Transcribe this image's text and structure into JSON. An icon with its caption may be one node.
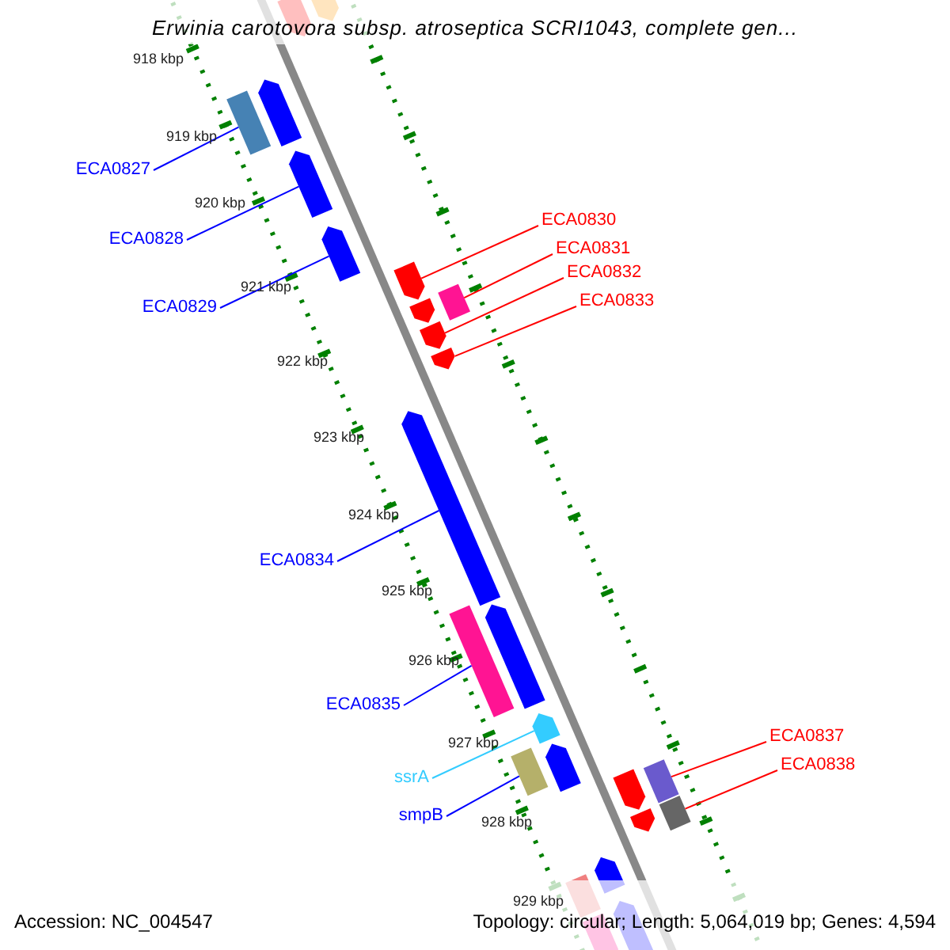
{
  "diagram": {
    "title": "Erwinia carotovora subsp. atroseptica SCRI1043, complete gen...",
    "nodes": [
      {
        "text": [
          "ECA0827"
        ]
      },
      {
        "text": [
          "ECA0828"
        ]
      },
      {
        "text": [
          "ECA0829"
        ]
      },
      {
        "text": [
          "ECA0830"
        ]
      },
      {
        "text": [
          "ECA0831"
        ]
      },
      {
        "text": [
          "ECA0832"
        ]
      },
      {
        "text": [
          "ECA0833"
        ]
      },
      {
        "text": [
          "ECA0834"
        ]
      },
      {
        "text": [
          "ECA0835"
        ]
      },
      {
        "text": [
          "ssrA"
        ]
      },
      {
        "text": [
          "smpB"
        ]
      },
      {
        "text": [
          "ECA0837"
        ]
      },
      {
        "text": [
          "ECA0838"
        ]
      },
      {
        "text": [],
        "shape": "arrow"
      },
      {
        "text": [],
        "shape": "arrow"
      },
      {
        "text": [],
        "shape": "arrow"
      },
      {
        "text": [],
        "shape": "bar"
      },
      {
        "text": [],
        "shape": "arrow"
      },
      {
        "text": [],
        "shape": "arrow"
      },
      {
        "text": [],
        "shape": "arrow"
      },
      {
        "text": [],
        "shape": "bar"
      },
      {
        "text": [],
        "shape": "arrow"
      },
      {
        "text": [],
        "shape": "arrow"
      },
      {
        "text": [],
        "shape": "arrow"
      },
      {
        "text": [],
        "shape": "arrow"
      },
      {
        "text": [],
        "shape": "bar"
      },
      {
        "text": [],
        "shape": "arrow"
      },
      {
        "text": [],
        "shape": "arrow"
      },
      {
        "text": [],
        "shape": "arrow"
      },
      {
        "text": [],
        "shape": "bar"
      },
      {
        "text": [],
        "shape": "arrow"
      },
      {
        "text": [],
        "shape": "arrow"
      },
      {
        "text": [],
        "shape": "bar"
      },
      {
        "text": [],
        "shape": "bar"
      },
      {
        "text": [],
        "shape": "bar"
      },
      {
        "text": [],
        "shape": "arrow"
      },
      {
        "text": [],
        "shape": "bar"
      },
      {
        "text": [],
        "shape": "arrow"
      }
    ],
    "edges": [
      {
        "from": 0,
        "to": 16,
        "arrow": "none",
        "color": "#0000ff"
      },
      {
        "from": 1,
        "to": 17,
        "arrow": "none",
        "color": "#0000ff"
      },
      {
        "from": 2,
        "to": 18,
        "arrow": "none",
        "color": "#0000ff"
      },
      {
        "from": 3,
        "to": 19,
        "arrow": "none",
        "color": "#ff0000"
      },
      {
        "from": 4,
        "to": 20,
        "arrow": "none",
        "color": "#ff0000"
      },
      {
        "from": 5,
        "to": 22,
        "arrow": "none",
        "color": "#ff0000"
      },
      {
        "from": 6,
        "to": 23,
        "arrow": "none",
        "color": "#ff0000"
      },
      {
        "from": 7,
        "to": 24,
        "arrow": "none",
        "color": "#0000ff"
      },
      {
        "from": 8,
        "to": 25,
        "arrow": "none",
        "color": "#0000ff"
      },
      {
        "from": 9,
        "to": 27,
        "arrow": "none",
        "color": "#33ccff"
      },
      {
        "from": 10,
        "to": 29,
        "arrow": "none",
        "color": "#0000ff"
      },
      {
        "from": 11,
        "to": 32,
        "arrow": "none",
        "color": "#ff0000"
      },
      {
        "from": 12,
        "to": 33,
        "arrow": "none",
        "color": "#ff0000"
      }
    ],
    "labels": [
      "918 kbp",
      "919 kbp",
      "920 kbp",
      "921 kbp",
      "922 kbp",
      "923 kbp",
      "924 kbp",
      "925 kbp",
      "926 kbp",
      "927 kbp",
      "928 kbp",
      "929 kbp",
      "Accession: NC_004547",
      "Topology: circular; Length: 5,064,019 bp; Genes: 4,594"
    ]
  }
}
